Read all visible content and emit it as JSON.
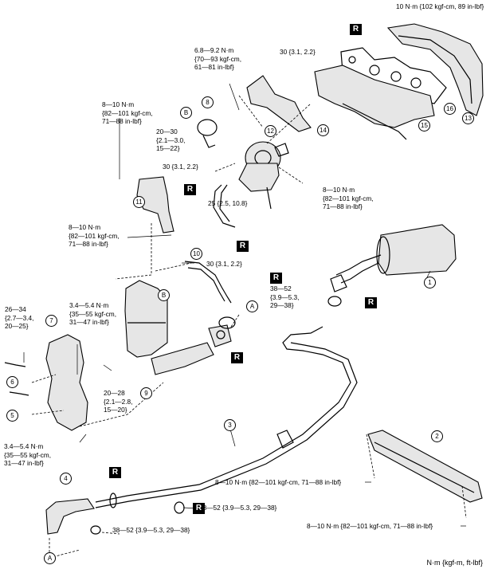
{
  "torque_labels": [
    {
      "id": "t-top-right",
      "lines": [
        "10 N·m {102 kgf-cm, 89 in-lbf}"
      ]
    },
    {
      "id": "t-bracket-14",
      "lines": [
        "6.8—9.2 N·m",
        "{70—93 kgf-cm,",
        "61—81 in-lbf}"
      ]
    },
    {
      "id": "t-manifold-nut",
      "lines": [
        "30 {3.1, 2.2}"
      ]
    },
    {
      "id": "t-upper-left",
      "lines": [
        "8—10 N·m",
        "{82—101 kgf-cm,",
        "71—88 in-lbf}"
      ]
    },
    {
      "id": "t-clamp-8",
      "lines": [
        "20—30",
        "{2.1—3.0,",
        "15—22}"
      ]
    },
    {
      "id": "t-oil-bolt-1",
      "lines": [
        "30 {3.1, 2.2}"
      ]
    },
    {
      "id": "t-turbo-right",
      "lines": [
        "8—10 N·m",
        "{82—101 kgf-cm,",
        "71—88 in-lbf}"
      ]
    },
    {
      "id": "t-oil-union",
      "lines": [
        "25 {2.5, 10.8}"
      ]
    },
    {
      "id": "t-bracket-11",
      "lines": [
        "8—10 N·m",
        "{82—101 kgf-cm,",
        "71—88 in-lbf}"
      ]
    },
    {
      "id": "t-oil-bolt-2",
      "lines": [
        "30 {3.1, 2.2}"
      ]
    },
    {
      "id": "t-muffler-joint",
      "lines": [
        "38—52",
        "{3.9—5.3,",
        "29—38}"
      ]
    },
    {
      "id": "t-sensor-6",
      "lines": [
        "26—34",
        "{2.7—3.4,",
        "20—25}"
      ]
    },
    {
      "id": "t-insulator-upper",
      "lines": [
        "3.4—5.4 N·m",
        "{35—55 kgf-cm,",
        "31—47 in-lbf}"
      ]
    },
    {
      "id": "t-converter-9",
      "lines": [
        "20—28",
        "{2.1—2.8,",
        "15—20}"
      ]
    },
    {
      "id": "t-insulator-lower",
      "lines": [
        "3.4—5.4 N·m",
        "{35—55 kgf-cm,",
        "31—47 in-lbf}"
      ]
    },
    {
      "id": "t-front-pipe-joint",
      "lines": [
        "38—52 {3.9—5.3, 29—38}"
      ]
    },
    {
      "id": "t-front-pipe-nut",
      "lines": [
        "38—52 {3.9—5.3, 29—38}"
      ]
    },
    {
      "id": "t-member-upper",
      "lines": [
        "8—10 N·m {82—101 kgf-cm, 71—88 in-lbf}"
      ]
    },
    {
      "id": "t-member-lower",
      "lines": [
        "8—10 N·m {82—101 kgf-cm, 71—88 in-lbf}"
      ]
    }
  ],
  "reference_letters": [
    {
      "id": "ref-b-top",
      "text": "B"
    },
    {
      "id": "ref-b-mid",
      "text": "B"
    },
    {
      "id": "ref-a-mid",
      "text": "A"
    },
    {
      "id": "ref-a-bottom",
      "text": "A"
    }
  ],
  "part_numbers": [
    {
      "id": "p1",
      "text": "1"
    },
    {
      "id": "p2",
      "text": "2"
    },
    {
      "id": "p3",
      "text": "3"
    },
    {
      "id": "p4",
      "text": "4"
    },
    {
      "id": "p5",
      "text": "5"
    },
    {
      "id": "p6",
      "text": "6"
    },
    {
      "id": "p7",
      "text": "7"
    },
    {
      "id": "p8",
      "text": "8"
    },
    {
      "id": "p9",
      "text": "9"
    },
    {
      "id": "p10",
      "text": "10"
    },
    {
      "id": "p11",
      "text": "11"
    },
    {
      "id": "p12",
      "text": "12"
    },
    {
      "id": "p13",
      "text": "13"
    },
    {
      "id": "p14",
      "text": "14"
    },
    {
      "id": "p15",
      "text": "15"
    },
    {
      "id": "p16",
      "text": "16"
    }
  ],
  "replace_badge": "R",
  "unit_note": "N·m {kgf-m, ft-lbf}"
}
